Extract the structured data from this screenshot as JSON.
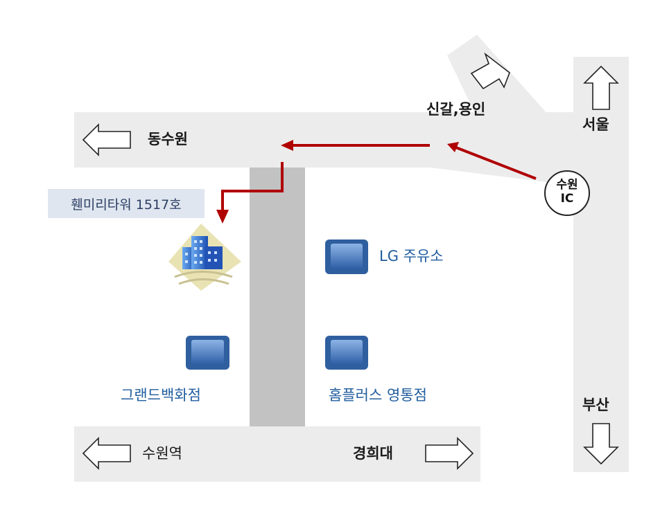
{
  "map": {
    "destination": "휀미리타워 1517호",
    "roads": {
      "top_west": "동수원",
      "northeast": "신갈,용인",
      "east_north": "서울",
      "east_south": "부산",
      "bottom_west": "수원역",
      "bottom_east": "경희대"
    },
    "interchange": {
      "line1": "수원",
      "line2": "IC"
    },
    "landmarks": {
      "gas_station": "LG 주유소",
      "department_store": "그랜드백화점",
      "homeplus": "홈플러스 영통점"
    },
    "colors": {
      "road": "#ececec",
      "middle_road": "#c2c2c2",
      "route_arrow": "#b00000",
      "landmark_blue": "#4a7fc0",
      "label_blue": "#1f5c9e"
    }
  }
}
